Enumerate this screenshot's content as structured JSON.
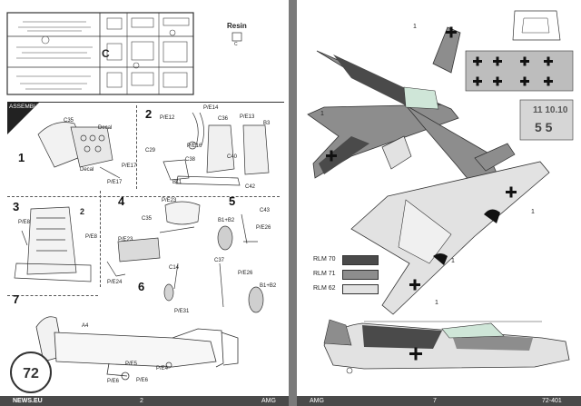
{
  "left_page": {
    "resin_label": "Resin",
    "resin_parts": "C",
    "sprue_letter": "C",
    "assembly_title": "ASSEMBLY MANUAL",
    "footer_site": "NEWS.EU",
    "footer_page": "2",
    "footer_brand": "AMG",
    "steps": {
      "s1": {
        "number": "1",
        "labels": [
          "C35",
          "Decal",
          "Decal",
          "P/E17",
          "P/E17"
        ]
      },
      "s2": {
        "number": "2",
        "labels": [
          "P/E12",
          "P/E14",
          "P/E13",
          "C36",
          "B3",
          "C29",
          "P/E16",
          "C38",
          "C40",
          "B11",
          "C42"
        ]
      },
      "s3": {
        "number": "3",
        "labels": [
          "2",
          "P/E8",
          "P/E8"
        ]
      },
      "s4": {
        "number": "4",
        "labels": [
          "P/E23",
          "C35",
          "P/E23",
          "P/E24"
        ]
      },
      "s5": {
        "number": "5",
        "labels": [
          "C43",
          "B1+B2",
          "P/E26",
          "C37",
          "P/E26",
          "B1+B2"
        ]
      },
      "s6": {
        "number": "6",
        "labels": [
          "C14",
          "P/E31"
        ]
      },
      "s7": {
        "number": "7",
        "labels": [
          "A4",
          "P/E5",
          "P/E6",
          "P/E6",
          "P/E4"
        ]
      }
    }
  },
  "right_page": {
    "callouts": [
      "1",
      "1",
      "1",
      "1",
      "1"
    ],
    "rlm": [
      {
        "label": "RLM 70",
        "color": "#4a4a4a"
      },
      {
        "label": "RLM 71",
        "color": "#8d8d8d"
      },
      {
        "label": "RLM 62",
        "color": "#e2e2e2"
      }
    ],
    "decal_numbers_top": "11 10.10",
    "decal_numbers_bottom": "5 5",
    "footer_brand": "AMG",
    "footer_page": "7",
    "footer_code": "72-401"
  },
  "watermark": "72"
}
